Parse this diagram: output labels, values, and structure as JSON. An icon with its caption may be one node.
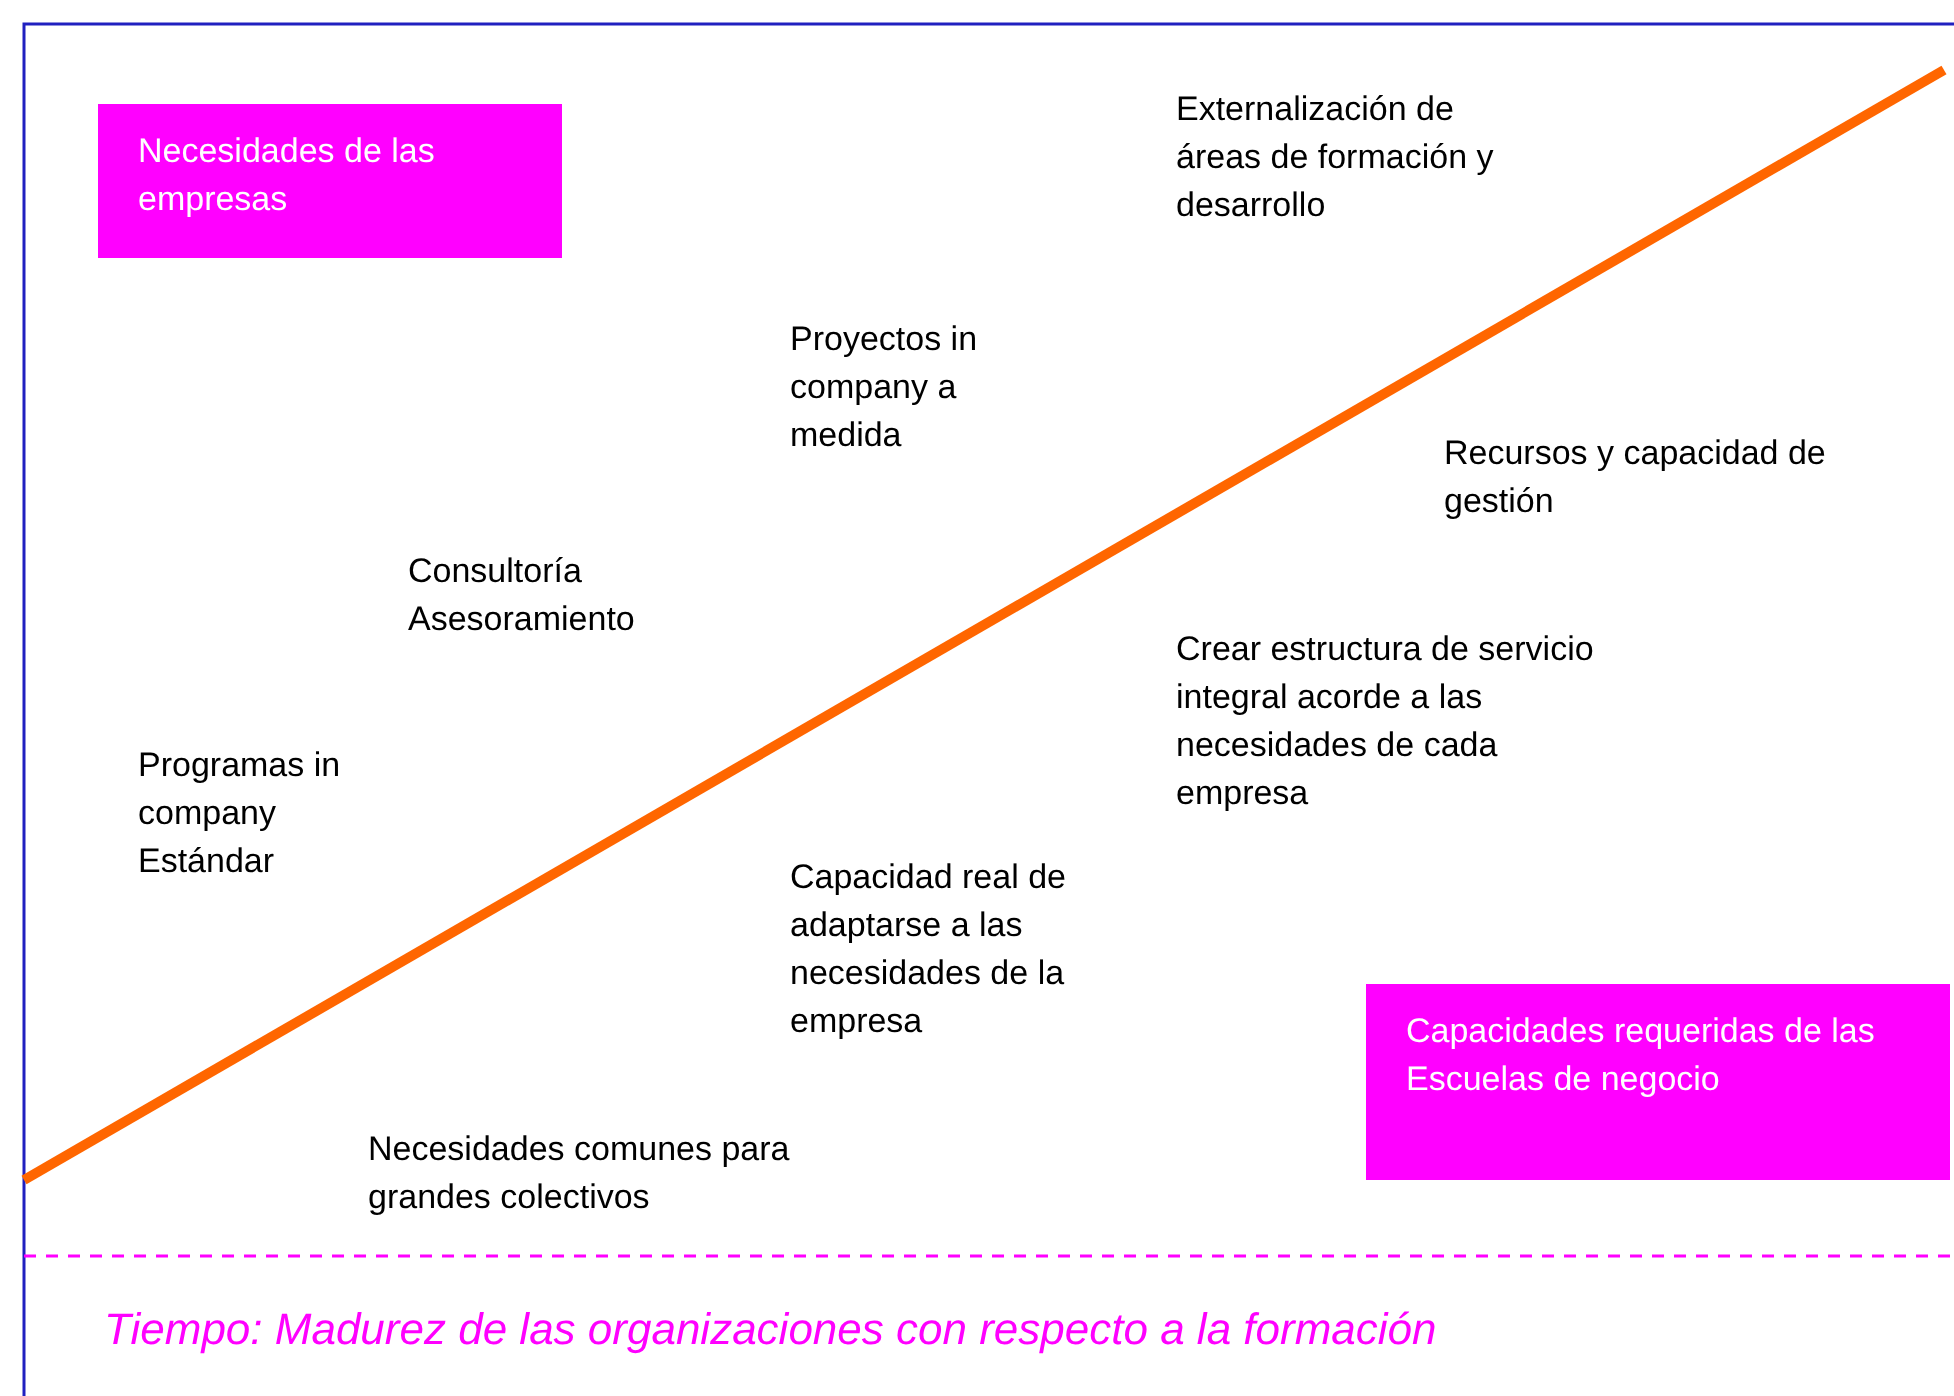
{
  "diagram": {
    "caption": "Tiempo: Madurez de las organizaciones con respecto a la formación",
    "nodes": [
      {
        "text": [
          "Necesidades de las empresas"
        ]
      },
      {
        "text": [
          "Capacidades requeridas de las Escuelas de negocio"
        ]
      }
    ],
    "labels": [
      "Externalización de áreas de formación y desarrollo",
      "Proyectos in company a medida",
      "Recursos y capacidad de gestión",
      "Consultoría Asesoramiento",
      "Crear estructura de servicio integral acorde a las necesidades de cada empresa",
      "Programas in company Estándar",
      "Capacidad real de adaptarse a las necesidades de la empresa",
      "Necesidades comunes para grandes colectivos"
    ]
  }
}
